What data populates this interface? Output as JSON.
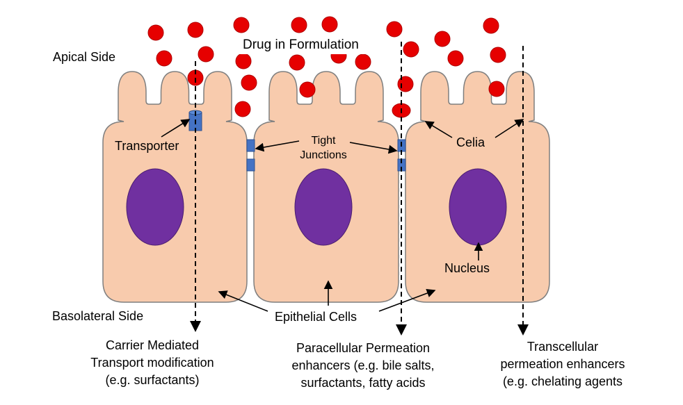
{
  "labels": {
    "apical_side": "Apical Side",
    "drug_in_formulation": "Drug in Formulation",
    "transporter": "Transporter",
    "tight_junctions_line1": "Tight",
    "tight_junctions_line2": "Junctions",
    "celia": "Celia",
    "nucleus": "Nucleus",
    "basolateral_side": "Basolateral Side",
    "epithelial_cells": "Epithelial Cells"
  },
  "pathways": [
    {
      "lines": [
        "Carrier Mediated",
        "Transport modification",
        "(e.g. surfactants)"
      ]
    },
    {
      "lines": [
        "Paracellular Permeation",
        "enhancers (e.g. bile salts,",
        "surfactants, fatty acids"
      ]
    },
    {
      "lines": [
        "Transcellular",
        "permeation enhancers",
        "(e.g. chelating agents"
      ]
    }
  ],
  "colors": {
    "cell": "#f8cbad",
    "cell_outline": "#7f7f7f",
    "nucleus": "#7030a0",
    "drug": "#e60000",
    "junction": "#4472c4"
  }
}
